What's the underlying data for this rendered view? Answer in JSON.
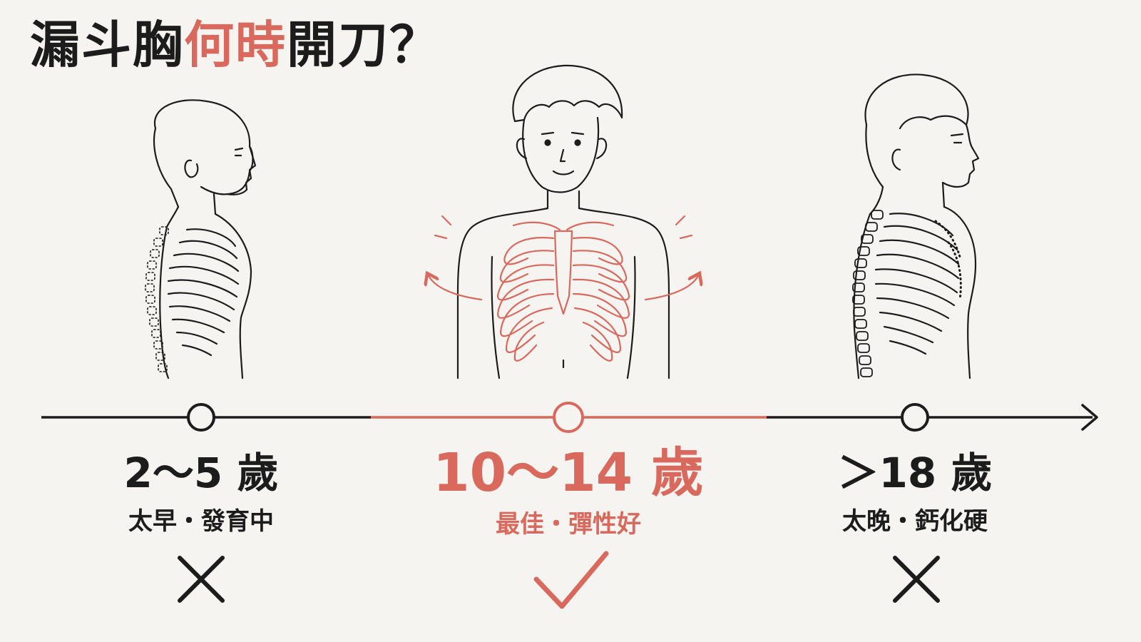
{
  "title": {
    "prefix": "漏斗胸",
    "highlight": "何時",
    "suffix": "開刀？"
  },
  "colors": {
    "accent": "#d9685d",
    "ink": "#1c1c1c",
    "background": "#f5f4f1"
  },
  "stages": [
    {
      "age": "2～5 歲",
      "note": "太早・發育中",
      "verdict_icon": "cross-icon"
    },
    {
      "age": "10～14 歲",
      "note": "最佳・彈性好",
      "verdict_icon": "check-icon"
    },
    {
      "age": "＞18 歲",
      "note": "太晚・鈣化硬",
      "verdict_icon": "cross-icon"
    }
  ]
}
